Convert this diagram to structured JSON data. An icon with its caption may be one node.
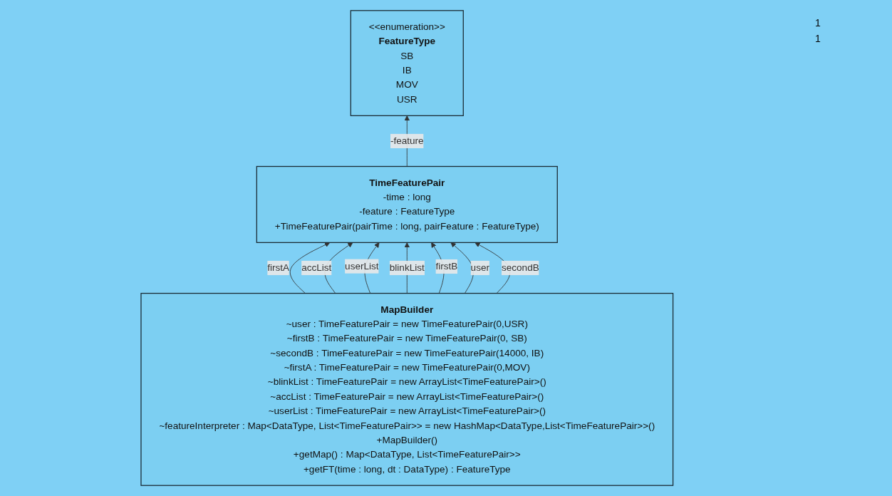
{
  "diagram": {
    "nodes": [
      {
        "text": [
          "TimeFeaturePair",
          "-time : long",
          "-feature : FeatureType",
          "+TimeFeaturePair(pairTime : long, pairFeature : FeatureType)"
        ]
      },
      {
        "text": [
          "<<enumeration>>",
          "FeatureType",
          "SB",
          "IB",
          "MOV",
          "USR"
        ]
      },
      {
        "text": [
          "MapBuilder",
          "~user : TimeFeaturePair = new TimeFeaturePair(0,USR)",
          "~firstB : TimeFeaturePair = new TimeFeaturePair(0, SB)",
          "~secondB : TimeFeaturePair = new TimeFeaturePair(14000, IB)",
          "~firstA : TimeFeaturePair = new TimeFeaturePair(0,MOV)",
          "~blinkList : TimeFeaturePair = new ArrayList<TimeFeaturePair>()",
          "~accList : TimeFeaturePair = new ArrayList<TimeFeaturePair>()",
          "~userList : TimeFeaturePair = new ArrayList<TimeFeaturePair>()",
          "~featureInterpreter : Map<DataType, List<TimeFeaturePair>> = new HashMap<DataType,List<TimeFeaturePair>>()",
          "+MapBuilder()",
          "+getMap() : Map<DataType, List<TimeFeaturePair>>",
          "+getFT(time : long, dt : DataType) : FeatureType"
        ]
      }
    ],
    "edges": [
      {
        "from": 2,
        "to": 0,
        "arrow": "to",
        "label": "firstA"
      },
      {
        "from": 2,
        "to": 0,
        "arrow": "to",
        "label": "accList"
      },
      {
        "from": 2,
        "to": 0,
        "arrow": "to",
        "label": "userList"
      },
      {
        "from": 2,
        "to": 0,
        "arrow": "to",
        "label": "blinkList"
      },
      {
        "from": 2,
        "to": 0,
        "arrow": "to",
        "label": "firstB"
      },
      {
        "from": 2,
        "to": 0,
        "arrow": "to",
        "label": "user"
      },
      {
        "from": 2,
        "to": 0,
        "arrow": "to",
        "label": "secondB"
      },
      {
        "from": 0,
        "to": 1,
        "arrow": "to",
        "label": "-feature"
      }
    ],
    "labels": [
      "1",
      "1"
    ]
  }
}
